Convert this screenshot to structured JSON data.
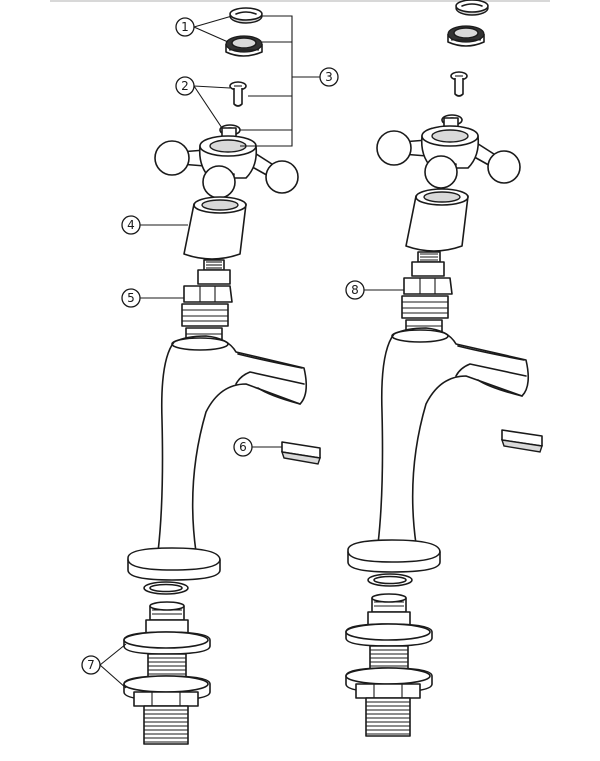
{
  "callouts": {
    "c1": "1",
    "c2": "2",
    "c3": "3",
    "c4": "4",
    "c5": "5",
    "c6": "6",
    "c7": "7",
    "c8": "8"
  },
  "colors": {
    "line": "#1a1a1a",
    "top_rule": "#cccccc",
    "fill_light": "#d9d9d9",
    "fill_dark": "#333333"
  }
}
